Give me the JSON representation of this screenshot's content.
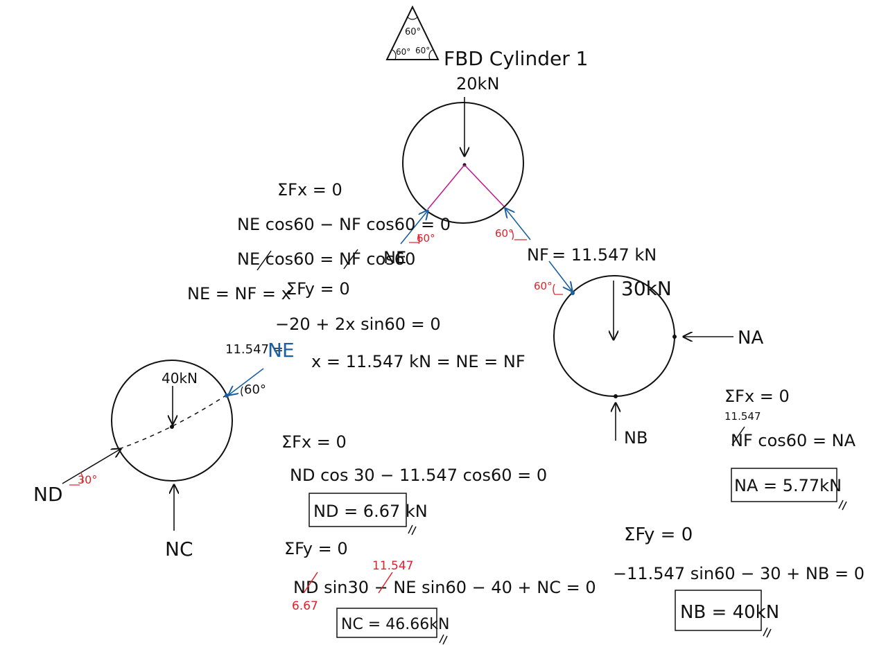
{
  "title": "FBD Cylinder 1",
  "triangle": {
    "top_angle": "60°",
    "left_angle": "60°",
    "right_angle": "60°"
  },
  "cylinder1": {
    "load": "20kN",
    "ne_label": "NE",
    "ne_angle": "60°",
    "nf_label": "NF",
    "nf_angle": "60°",
    "nf_result": "= 11.547 kN"
  },
  "cylinder1_eqs": {
    "sum_fx": "ΣFx = 0",
    "eq1": "NE cos60 − NF cos60 = 0",
    "eq2": "NE cos60 = NF cos60",
    "equal": "NE = NF = x",
    "sum_fy": "ΣFy = 0",
    "eq3": "−20 + 2x sin60 = 0",
    "result": "x = 11.547 kN = NE = NF"
  },
  "cylinder2": {
    "load": "30kN",
    "nf_angle": "60°",
    "na_label": "NA",
    "nb_label": "NB",
    "sum_fx": "ΣFx = 0",
    "sub_value": "11.547",
    "eq_x": "NF cos60 = NA",
    "na_result": "NA = 5.77kN",
    "sum_fy": "ΣFy = 0",
    "eq_y": "−11.547 sin60 − 30 + NB = 0",
    "nb_result": "NB = 40kN"
  },
  "cylinder3": {
    "load": "40kN",
    "ne_value": "11.547 =",
    "ne_label": "NE",
    "ne_angle": "60°",
    "nd_label": "ND",
    "nd_angle": "30°",
    "nc_label": "NC",
    "sum_fx": "ΣFx = 0",
    "eq_x": "ND cos 30 − 11.547 cos60 = 0",
    "nd_result": "ND = 6.67 kN",
    "sum_fy": "ΣFy = 0",
    "eq_y": "ND sin30 − NE sin60 − 40 + NC = 0",
    "sub_ne": "11.547",
    "sub_nd": "6.67",
    "nc_result": "NC = 46.66kN"
  },
  "colors": {
    "ink": "#111111",
    "red": "#e0202a",
    "blue": "#1a5fa0",
    "magenta": "#c0168c"
  }
}
